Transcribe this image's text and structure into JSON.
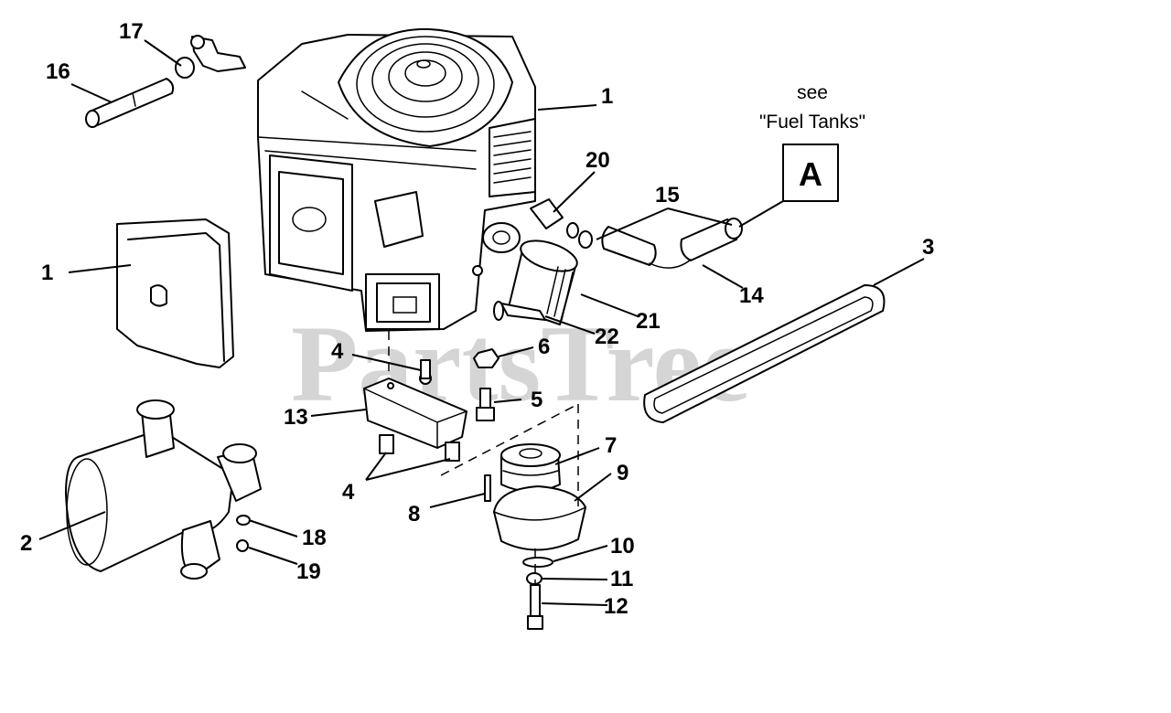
{
  "watermark": "PartsTree",
  "note": {
    "line1": "see",
    "line2": "\"Fuel Tanks\"",
    "ref_letter": "A"
  },
  "callouts": {
    "c1_engine": "1",
    "c1_cover": "1",
    "c2": "2",
    "c3": "3",
    "c4_upper": "4",
    "c4_lower": "4",
    "c5": "5",
    "c6": "6",
    "c7": "7",
    "c8": "8",
    "c9": "9",
    "c10": "10",
    "c11": "11",
    "c12": "12",
    "c13": "13",
    "c14": "14",
    "c15": "15",
    "c16": "16",
    "c17": "17",
    "c18": "18",
    "c19": "19",
    "c20": "20",
    "c21": "21",
    "c22": "22"
  }
}
